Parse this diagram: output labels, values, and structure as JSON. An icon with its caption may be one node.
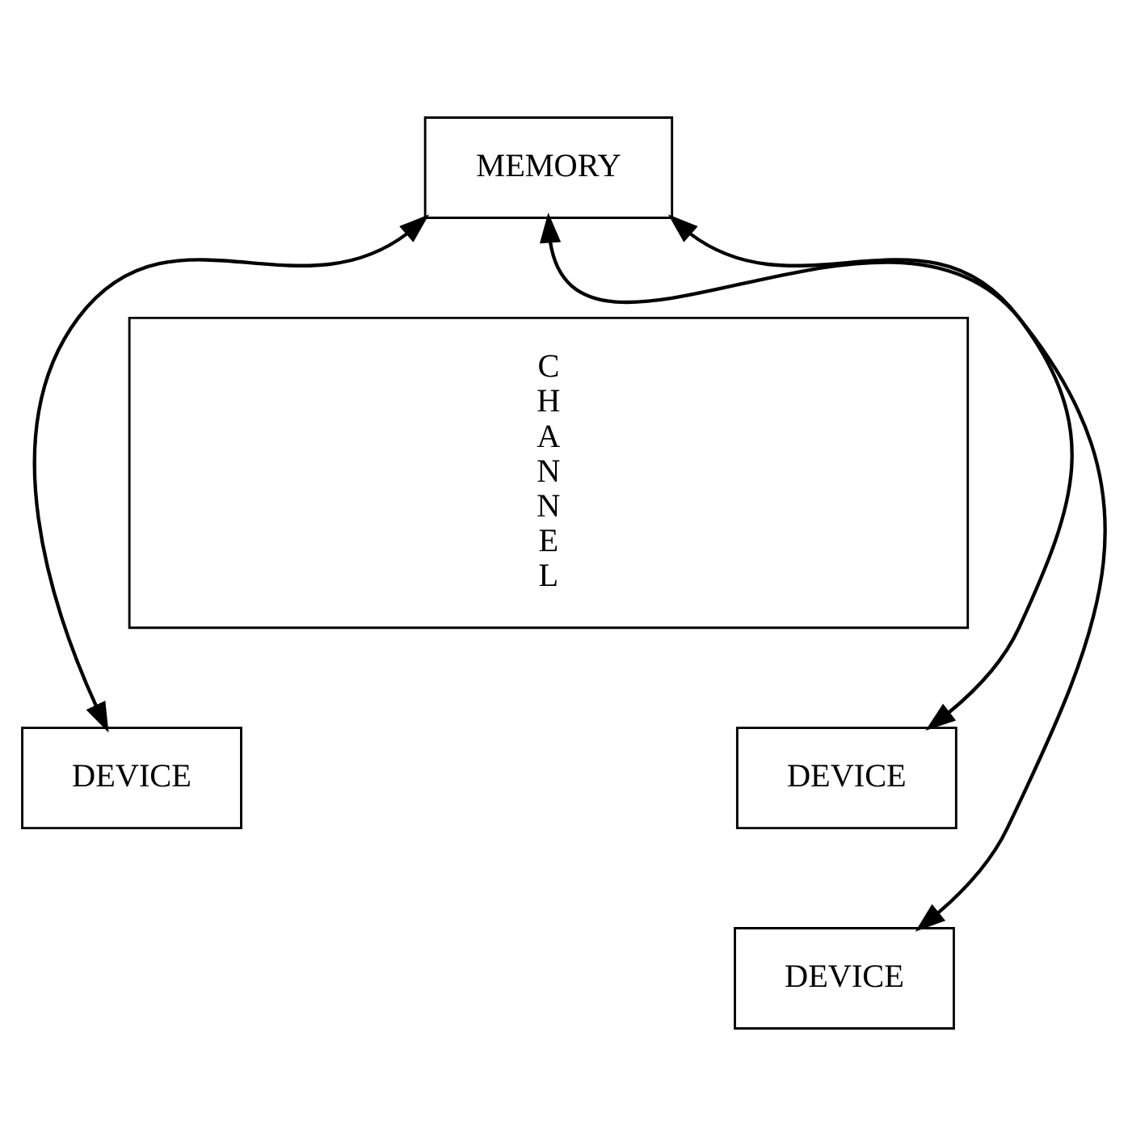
{
  "diagram": {
    "nodes": [
      {
        "text": [
          "MEMORY"
        ]
      },
      {
        "text": [
          "CHANNEL"
        ]
      },
      {
        "text": [
          "DEVICE"
        ]
      },
      {
        "text": [
          "DEVICE"
        ]
      },
      {
        "text": [
          "DEVICE"
        ]
      }
    ],
    "edges": [
      {
        "from": 0,
        "to": 2,
        "arrow": "both"
      },
      {
        "from": 0,
        "to": 3,
        "arrow": "both"
      },
      {
        "from": 0,
        "to": 4,
        "arrow": "both"
      }
    ]
  }
}
